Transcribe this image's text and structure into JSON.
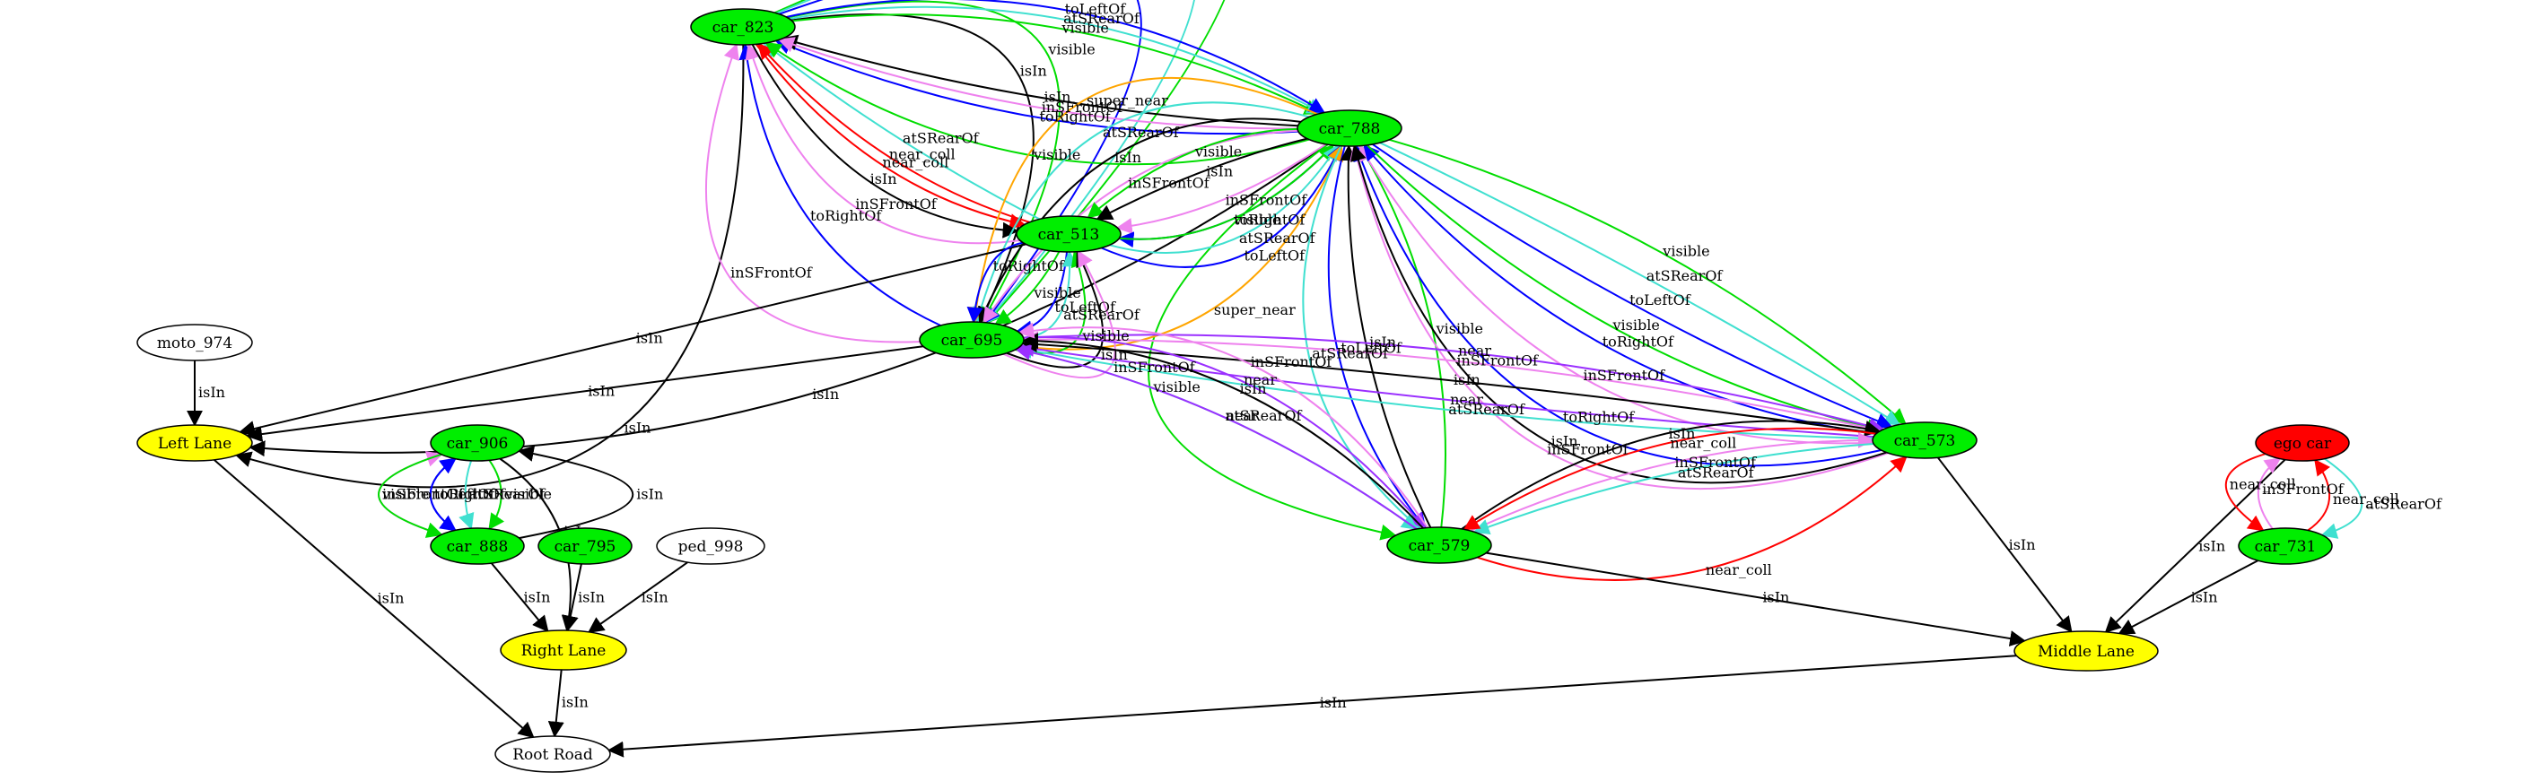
{
  "nodes": [
    {
      "id": "car_823",
      "label": "car_823",
      "fill": "#00ee00"
    },
    {
      "id": "car_788",
      "label": "car_788",
      "fill": "#00ee00"
    },
    {
      "id": "car_513",
      "label": "car_513",
      "fill": "#00ee00"
    },
    {
      "id": "car_695",
      "label": "car_695",
      "fill": "#00ee00"
    },
    {
      "id": "car_573",
      "label": "car_573",
      "fill": "#00ee00"
    },
    {
      "id": "car_579",
      "label": "car_579",
      "fill": "#00ee00"
    },
    {
      "id": "car_906",
      "label": "car_906",
      "fill": "#00ee00"
    },
    {
      "id": "car_888",
      "label": "car_888",
      "fill": "#00ee00"
    },
    {
      "id": "car_795",
      "label": "car_795",
      "fill": "#00ee00"
    },
    {
      "id": "car_731",
      "label": "car_731",
      "fill": "#00ee00"
    },
    {
      "id": "ego_car",
      "label": "ego car",
      "fill": "#ff0000"
    },
    {
      "id": "moto_974",
      "label": "moto_974",
      "fill": "#ffffff"
    },
    {
      "id": "ped_998",
      "label": "ped_998",
      "fill": "#ffffff"
    },
    {
      "id": "left_lane",
      "label": "Left Lane",
      "fill": "#ffff00"
    },
    {
      "id": "right_lane",
      "label": "Right Lane",
      "fill": "#ffff00"
    },
    {
      "id": "middle_lane",
      "label": "Middle Lane",
      "fill": "#ffff00"
    },
    {
      "id": "root_road",
      "label": "Root Road",
      "fill": "#ffffff"
    }
  ],
  "edges": [
    {
      "from": "car_823",
      "to": "left_lane",
      "label": "isIn",
      "color": "#000000"
    },
    {
      "from": "car_823",
      "to": "car_695",
      "label": "visible",
      "color": "#00dd00"
    },
    {
      "from": "car_823",
      "to": "car_695",
      "label": "atSRearOf",
      "color": "#40e0d0"
    },
    {
      "from": "car_823",
      "to": "car_695",
      "label": "toLeftOf",
      "color": "#0000ff"
    },
    {
      "from": "car_823",
      "to": "car_695",
      "label": "visible",
      "color": "#00dd00"
    },
    {
      "from": "car_823",
      "to": "car_695",
      "label": "isIn",
      "color": "#000000"
    },
    {
      "from": "car_695",
      "to": "car_823",
      "label": "inSFrontOf",
      "color": "#ee82ee"
    },
    {
      "from": "car_695",
      "to": "car_823",
      "label": "toRightOf",
      "color": "#0000ff"
    },
    {
      "from": "car_513",
      "to": "car_823",
      "label": "inSFrontOf",
      "color": "#ee82ee"
    },
    {
      "from": "car_823",
      "to": "car_513",
      "label": "near_coll",
      "color": "#ff0000"
    },
    {
      "from": "car_513",
      "to": "car_823",
      "label": "atSRearOf",
      "color": "#40e0d0"
    },
    {
      "from": "car_513",
      "to": "car_823",
      "label": "near_coll",
      "color": "#ff0000"
    },
    {
      "from": "car_823",
      "to": "car_513",
      "label": "isIn",
      "color": "#000000"
    },
    {
      "from": "car_788",
      "to": "car_823",
      "label": "toRightOf",
      "color": "#0000ff"
    },
    {
      "from": "car_823",
      "to": "car_788",
      "label": "visible",
      "color": "#00dd00"
    },
    {
      "from": "car_823",
      "to": "car_788",
      "label": "atSRearOf",
      "color": "#40e0d0"
    },
    {
      "from": "car_823",
      "to": "car_788",
      "label": "toLeftOf",
      "color": "#0000ff"
    },
    {
      "from": "car_788",
      "to": "car_823",
      "label": "visible",
      "color": "#00dd00"
    },
    {
      "from": "car_788",
      "to": "car_823",
      "label": "isIn",
      "color": "#000000"
    },
    {
      "from": "car_788",
      "to": "car_823",
      "label": "inSFrontOf",
      "color": "#ee82ee"
    },
    {
      "from": "car_788",
      "to": "left_lane",
      "label": "isIn",
      "color": "#000000"
    },
    {
      "from": "car_788",
      "to": "car_695",
      "label": "atSRearOf",
      "color": "#40e0d0"
    },
    {
      "from": "car_788",
      "to": "car_579",
      "label": "visible",
      "color": "#00dd00"
    },
    {
      "from": "car_788",
      "to": "car_695",
      "label": "super_near",
      "color": "#ffa500"
    },
    {
      "from": "car_788",
      "to": "car_695",
      "label": "isIn",
      "color": "#000000"
    },
    {
      "from": "car_788",
      "to": "car_695",
      "label": "inSFrontOf",
      "color": "#ee82ee"
    },
    {
      "from": "car_788",
      "to": "car_513",
      "label": "visible",
      "color": "#00dd00"
    },
    {
      "from": "car_788",
      "to": "car_513",
      "label": "isIn",
      "color": "#000000"
    },
    {
      "from": "car_788",
      "to": "car_513",
      "label": "inSFrontOf",
      "color": "#ee82ee"
    },
    {
      "from": "car_788",
      "to": "car_513",
      "label": "toRightOf",
      "color": "#0000ff"
    },
    {
      "from": "car_513",
      "to": "car_788",
      "label": "visible",
      "color": "#00dd00"
    },
    {
      "from": "car_513",
      "to": "car_788",
      "label": "atSRearOf",
      "color": "#40e0d0"
    },
    {
      "from": "car_513",
      "to": "car_788",
      "label": "toLeftOf",
      "color": "#0000ff"
    },
    {
      "from": "car_695",
      "to": "car_788",
      "label": "super_near",
      "color": "#ffa500"
    },
    {
      "from": "car_788",
      "to": "car_579",
      "label": "atSRearOf",
      "color": "#40e0d0"
    },
    {
      "from": "car_788",
      "to": "car_579",
      "label": "toLeftOf",
      "color": "#0000ff"
    },
    {
      "from": "car_579",
      "to": "car_788",
      "label": "visible",
      "color": "#00dd00"
    },
    {
      "from": "car_579",
      "to": "car_788",
      "label": "isIn",
      "color": "#000000"
    },
    {
      "from": "car_573",
      "to": "car_788",
      "label": "inSFrontOf",
      "color": "#ee82ee"
    },
    {
      "from": "car_573",
      "to": "car_788",
      "label": "toRightOf",
      "color": "#0000ff"
    },
    {
      "from": "car_573",
      "to": "car_788",
      "label": "inSFrontOf",
      "color": "#ee82ee"
    },
    {
      "from": "car_573",
      "to": "car_788",
      "label": "toRightOf",
      "color": "#0000ff"
    },
    {
      "from": "car_788",
      "to": "car_573",
      "label": "visible",
      "color": "#00dd00"
    },
    {
      "from": "car_788",
      "to": "car_573",
      "label": "atSRearOf",
      "color": "#40e0d0"
    },
    {
      "from": "car_788",
      "to": "car_573",
      "label": "toLeftOf",
      "color": "#0000ff"
    },
    {
      "from": "car_788",
      "to": "car_573",
      "label": "visible",
      "color": "#00dd00"
    },
    {
      "from": "car_573",
      "to": "car_788",
      "label": "isIn",
      "color": "#000000"
    },
    {
      "from": "car_513",
      "to": "left_lane",
      "label": "isIn",
      "color": "#000000"
    },
    {
      "from": "car_513",
      "to": "car_695",
      "label": "toRightOf",
      "color": "#0000ff"
    },
    {
      "from": "car_513",
      "to": "car_695",
      "label": "visible",
      "color": "#00dd00"
    },
    {
      "from": "car_513",
      "to": "car_695",
      "label": "toLeftOf",
      "color": "#0000ff"
    },
    {
      "from": "car_695",
      "to": "car_513",
      "label": "atSRearOf",
      "color": "#40e0d0"
    },
    {
      "from": "car_695",
      "to": "car_513",
      "label": "visible",
      "color": "#00dd00"
    },
    {
      "from": "car_695",
      "to": "car_513",
      "label": "isIn",
      "color": "#000000"
    },
    {
      "from": "car_695",
      "to": "car_513",
      "label": "inSFrontOf",
      "color": "#ee82ee"
    },
    {
      "from": "car_695",
      "to": "left_lane",
      "label": "isIn",
      "color": "#000000"
    },
    {
      "from": "car_695",
      "to": "car_573",
      "label": "near",
      "color": "#9b30ff"
    },
    {
      "from": "car_573",
      "to": "car_695",
      "label": "atSRearOf",
      "color": "#40e0d0"
    },
    {
      "from": "car_573",
      "to": "car_695",
      "label": "near",
      "color": "#9b30ff"
    },
    {
      "from": "car_573",
      "to": "car_695",
      "label": "isIn",
      "color": "#000000"
    },
    {
      "from": "car_573",
      "to": "car_695",
      "label": "inSFrontOf",
      "color": "#ee82ee"
    },
    {
      "from": "car_695",
      "to": "car_579",
      "label": "near",
      "color": "#9b30ff"
    },
    {
      "from": "car_695",
      "to": "car_579",
      "label": "atSRearOf",
      "color": "#40e0d0"
    },
    {
      "from": "car_579",
      "to": "car_695",
      "label": "near",
      "color": "#9b30ff"
    },
    {
      "from": "car_579",
      "to": "car_695",
      "label": "isIn",
      "color": "#000000"
    },
    {
      "from": "car_579",
      "to": "car_695",
      "label": "inSFrontOf",
      "color": "#ee82ee"
    },
    {
      "from": "car_579",
      "to": "car_573",
      "label": "isIn",
      "color": "#000000"
    },
    {
      "from": "car_579",
      "to": "car_573",
      "label": "inSFrontOf",
      "color": "#ee82ee"
    },
    {
      "from": "car_573",
      "to": "car_579",
      "label": "atSRearOf",
      "color": "#40e0d0"
    },
    {
      "from": "car_573",
      "to": "car_579",
      "label": "near_coll",
      "color": "#ff0000"
    },
    {
      "from": "car_579",
      "to": "car_573",
      "label": "near_coll",
      "color": "#ff0000"
    },
    {
      "from": "car_573",
      "to": "middle_lane",
      "label": "isIn",
      "color": "#000000"
    },
    {
      "from": "car_579",
      "to": "middle_lane",
      "label": "isIn",
      "color": "#000000"
    },
    {
      "from": "moto_974",
      "to": "left_lane",
      "label": "isIn",
      "color": "#000000"
    },
    {
      "from": "left_lane",
      "to": "root_road",
      "label": "isIn",
      "color": "#000000"
    },
    {
      "from": "car_906",
      "to": "right_lane",
      "label": "isIn",
      "color": "#000000"
    },
    {
      "from": "car_888",
      "to": "car_906",
      "label": "inSFrontOf",
      "color": "#ee82ee"
    },
    {
      "from": "car_888",
      "to": "car_906",
      "label": "toRightOf",
      "color": "#0000ff"
    },
    {
      "from": "car_906",
      "to": "car_888",
      "label": "visible",
      "color": "#00dd00"
    },
    {
      "from": "car_906",
      "to": "car_888",
      "label": "atSRearOf",
      "color": "#40e0d0"
    },
    {
      "from": "car_906",
      "to": "car_888",
      "label": "toLeftOf",
      "color": "#0000ff"
    },
    {
      "from": "car_906",
      "to": "car_888",
      "label": "visible",
      "color": "#00dd00"
    },
    {
      "from": "car_888",
      "to": "car_906",
      "label": "isIn",
      "color": "#000000"
    },
    {
      "from": "car_888",
      "to": "right_lane",
      "label": "isIn",
      "color": "#000000"
    },
    {
      "from": "car_795",
      "to": "right_lane",
      "label": "isIn",
      "color": "#000000"
    },
    {
      "from": "ped_998",
      "to": "right_lane",
      "label": "isIn",
      "color": "#000000"
    },
    {
      "from": "right_lane",
      "to": "root_road",
      "label": "isIn",
      "color": "#000000"
    },
    {
      "from": "middle_lane",
      "to": "root_road",
      "label": "isIn",
      "color": "#000000"
    },
    {
      "from": "ego_car",
      "to": "car_731",
      "label": "atSRearOf",
      "color": "#40e0d0"
    },
    {
      "from": "ego_car",
      "to": "middle_lane",
      "label": "isIn",
      "color": "#000000"
    },
    {
      "from": "car_731",
      "to": "ego_car",
      "label": "near_coll",
      "color": "#ff0000"
    },
    {
      "from": "car_731",
      "to": "ego_car",
      "label": "inSFrontOf",
      "color": "#ee82ee"
    },
    {
      "from": "ego_car",
      "to": "car_731",
      "label": "near_coll",
      "color": "#ff0000"
    },
    {
      "from": "car_731",
      "to": "middle_lane",
      "label": "isIn",
      "color": "#000000"
    }
  ]
}
